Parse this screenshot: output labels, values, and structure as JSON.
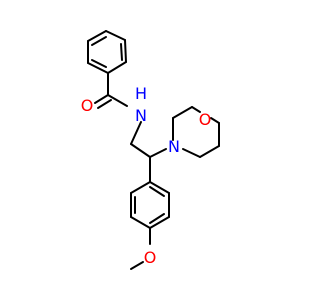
{
  "molecule": {
    "atoms": [
      {
        "id": "O1",
        "label": "O",
        "color": "#ff0000"
      },
      {
        "id": "N1",
        "label": "N",
        "color": "#0000ff"
      },
      {
        "id": "H1",
        "label": "H",
        "color": "#0000ff"
      },
      {
        "id": "N2",
        "label": "N",
        "color": "#0000ff"
      },
      {
        "id": "O2",
        "label": "O",
        "color": "#ff0000"
      },
      {
        "id": "O3",
        "label": "O",
        "color": "#ff0000"
      }
    ],
    "bond_color": "#000000",
    "background": "#ffffff"
  }
}
